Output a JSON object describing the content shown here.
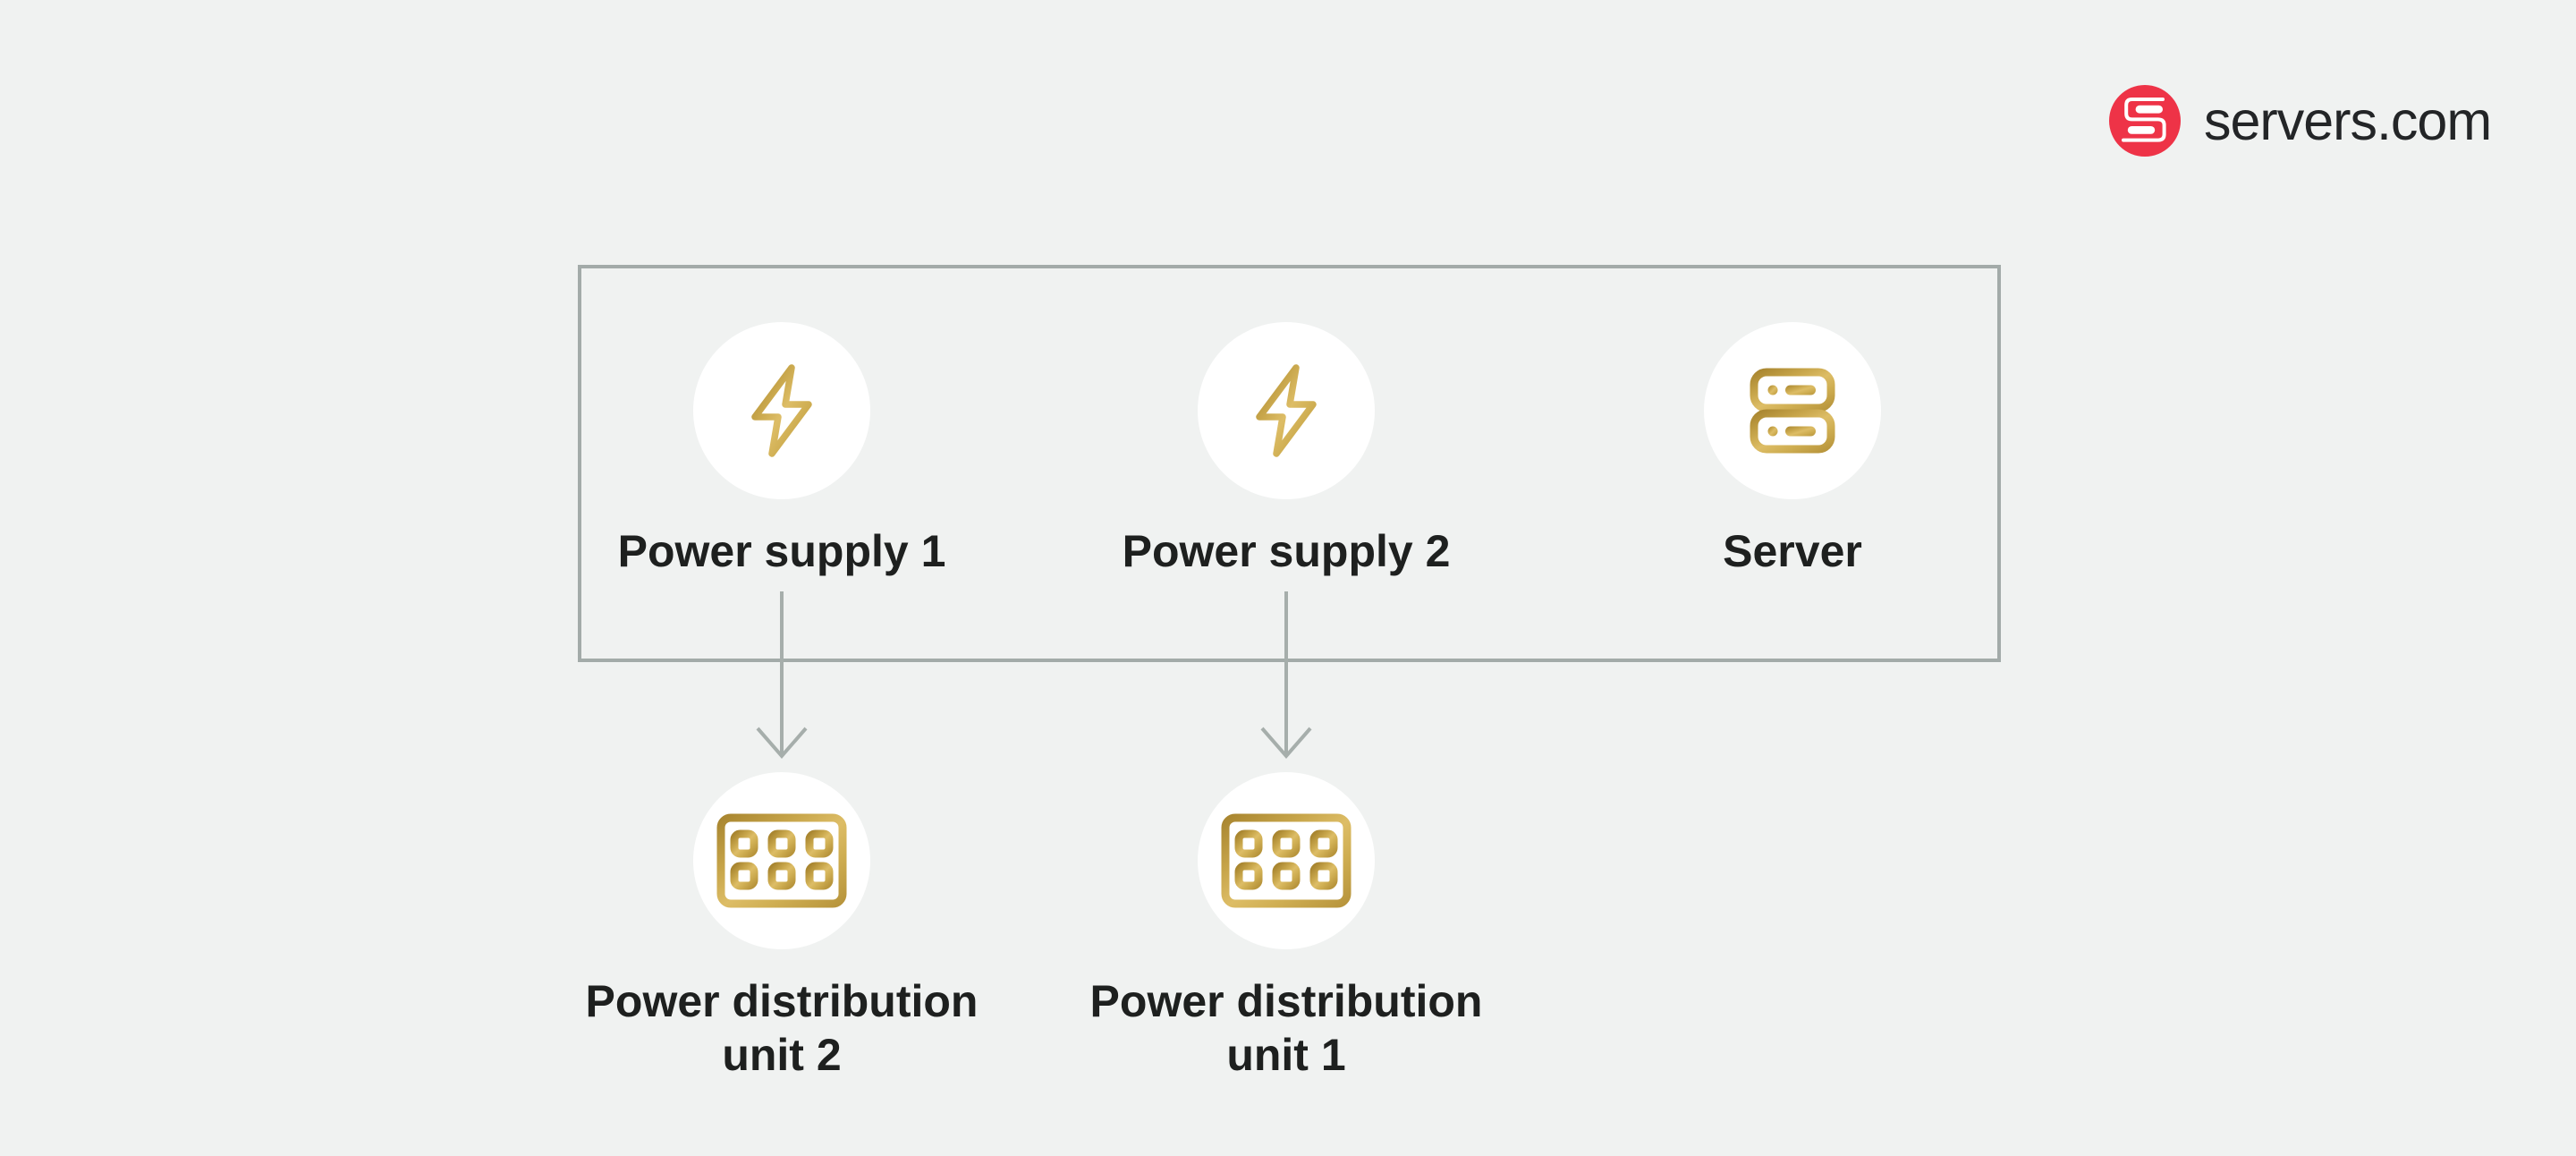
{
  "brand": {
    "name": "servers.com",
    "logo_icon": "servers-logo-mark"
  },
  "group": {
    "nodes": [
      {
        "id": "power-supply-1",
        "label": "Power supply 1",
        "icon": "lightning-bolt-icon"
      },
      {
        "id": "power-supply-2",
        "label": "Power supply 2",
        "icon": "lightning-bolt-icon"
      },
      {
        "id": "server",
        "label": "Server",
        "icon": "server-stack-icon"
      }
    ]
  },
  "units": [
    {
      "id": "pdu-2",
      "label_line1": "Power distribution",
      "label_line2": "unit 2",
      "icon": "power-distribution-unit-icon"
    },
    {
      "id": "pdu-1",
      "label_line1": "Power distribution",
      "label_line2": "unit 1",
      "icon": "power-distribution-unit-icon"
    }
  ],
  "connections": [
    {
      "from": "power-supply-1",
      "to": "pdu-2"
    },
    {
      "from": "power-supply-2",
      "to": "pdu-1"
    }
  ],
  "colors": {
    "background": "#f0f2f1",
    "box_border": "#a3aba9",
    "arrow": "#a6aeab",
    "node_circle_fill": "#ffffff",
    "label_text": "#1e201f",
    "brand_text": "#232527",
    "logo_red": "#ee3347",
    "logo_mark_white": "#ffffff",
    "gold_dark": "#a98630",
    "gold_mid": "#c7a54a",
    "gold_light": "#ddbd66"
  }
}
